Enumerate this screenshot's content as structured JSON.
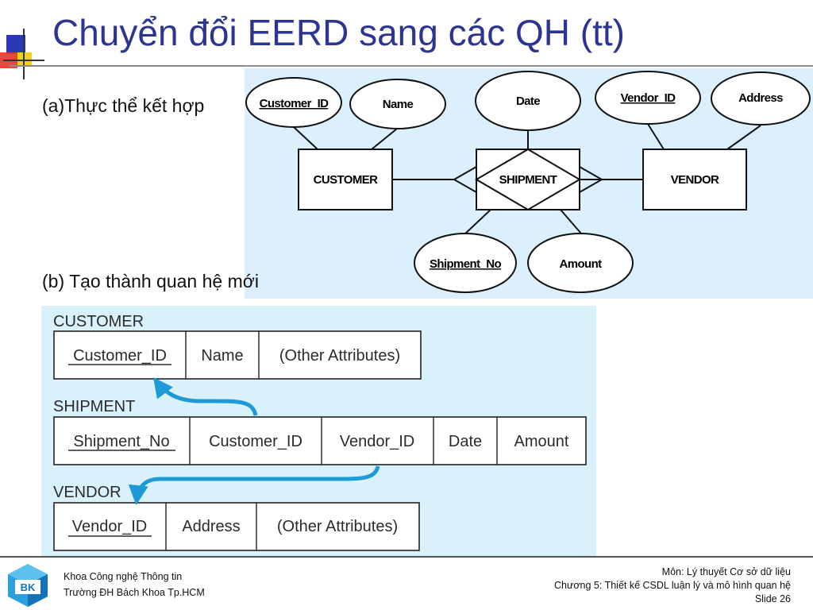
{
  "slide": {
    "title": "Chuyển đổi EERD sang các QH (tt)",
    "part_a_label": "(a)Thực thể kết hợp",
    "part_b_label": "(b) Tạo thành quan hệ mới"
  },
  "er_diagram": {
    "entities": {
      "customer": "CUSTOMER",
      "vendor": "VENDOR"
    },
    "associative_entity": "SHIPMENT",
    "attributes": {
      "customer_id": "Customer_ID",
      "name": "Name",
      "date": "Date",
      "vendor_id": "Vendor_ID",
      "address": "Address",
      "shipment_no": "Shipment_No",
      "amount": "Amount"
    }
  },
  "relations": {
    "customer": {
      "name": "CUSTOMER",
      "columns": [
        "Customer_ID",
        "Name",
        "(Other Attributes)"
      ]
    },
    "shipment": {
      "name": "SHIPMENT",
      "columns": [
        "Shipment_No",
        "Customer_ID",
        "Vendor_ID",
        "Date",
        "Amount"
      ]
    },
    "vendor": {
      "name": "VENDOR",
      "columns": [
        "Vendor_ID",
        "Address",
        "(Other Attributes)"
      ]
    }
  },
  "footer": {
    "org_line1": "Khoa Công nghệ Thông tin",
    "org_line2": "Trường ĐH Bách Khoa Tp.HCM",
    "course": "Môn: Lý thuyết Cơ sở dữ liệu",
    "chapter": "Chương 5: Thiết kế CSDL luận lý và mô hình quan hệ",
    "slide_number": "Slide 26",
    "logo_text": "BK"
  },
  "colors": {
    "title": "#2c3590",
    "panel_a": "#dbeffd",
    "panel_b": "#d9f1fb",
    "arrow": "#1e9ad6"
  }
}
